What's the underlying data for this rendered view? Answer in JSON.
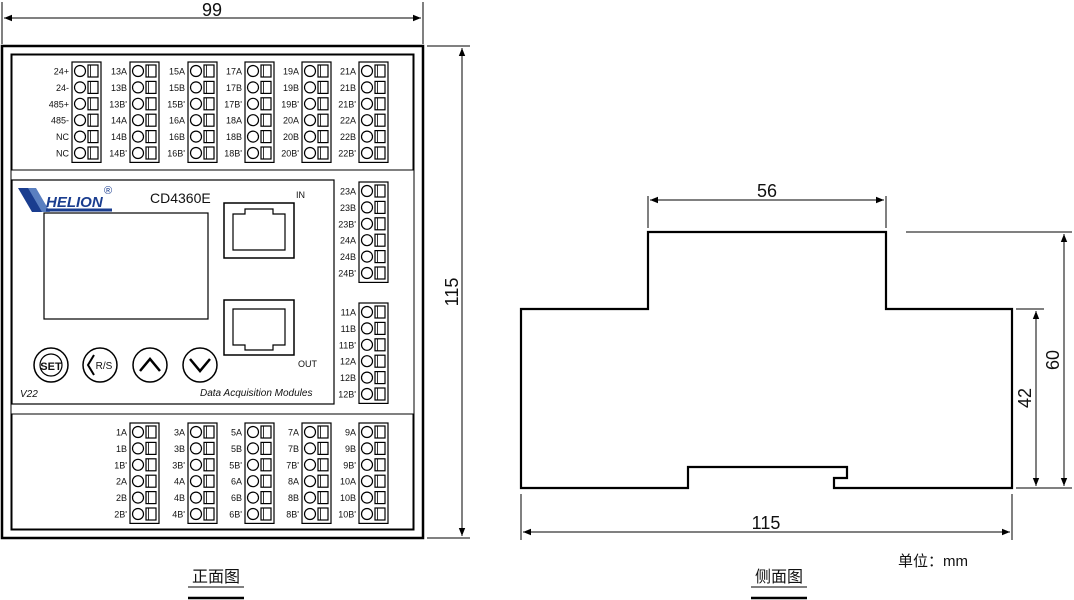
{
  "front": {
    "width_dim": "99",
    "height_dim": "115",
    "caption": "正面图",
    "brand": "HELION",
    "reg_mark": "®",
    "model": "CD4360E",
    "port_in": "IN",
    "port_out": "OUT",
    "version": "V22",
    "subtitle": "Data Acquisition Modules",
    "buttons": [
      "SET",
      "R/S",
      "up",
      "down"
    ],
    "top_groups": [
      [
        "24+",
        "24-",
        "485+",
        "485-",
        "NC",
        "NC"
      ],
      [
        "13A",
        "13B",
        "13B'",
        "14A",
        "14B",
        "14B'"
      ],
      [
        "15A",
        "15B",
        "15B'",
        "16A",
        "16B",
        "16B'"
      ],
      [
        "17A",
        "17B",
        "17B'",
        "18A",
        "18B",
        "18B'"
      ],
      [
        "19A",
        "19B",
        "19B'",
        "20A",
        "20B",
        "20B'"
      ],
      [
        "21A",
        "21B",
        "21B'",
        "22A",
        "22B",
        "22B'"
      ]
    ],
    "right_groups": [
      [
        "23A",
        "23B",
        "23B'",
        "24A",
        "24B",
        "24B'"
      ],
      [
        "11A",
        "11B",
        "11B'",
        "12A",
        "12B",
        "12B'"
      ]
    ],
    "bottom_groups": [
      [
        "1A",
        "1B",
        "1B'",
        "2A",
        "2B",
        "2B'"
      ],
      [
        "3A",
        "3B",
        "3B'",
        "4A",
        "4B",
        "4B'"
      ],
      [
        "5A",
        "5B",
        "5B'",
        "6A",
        "6B",
        "6B'"
      ],
      [
        "7A",
        "7B",
        "7B'",
        "8A",
        "8B",
        "8B'"
      ],
      [
        "9A",
        "9B",
        "9B'",
        "10A",
        "10B",
        "10B'"
      ]
    ]
  },
  "side": {
    "top_dim": "56",
    "bottom_dim": "115",
    "height_inner_dim": "42",
    "height_outer_dim": "60",
    "caption": "侧面图",
    "unit": "单位：mm"
  }
}
